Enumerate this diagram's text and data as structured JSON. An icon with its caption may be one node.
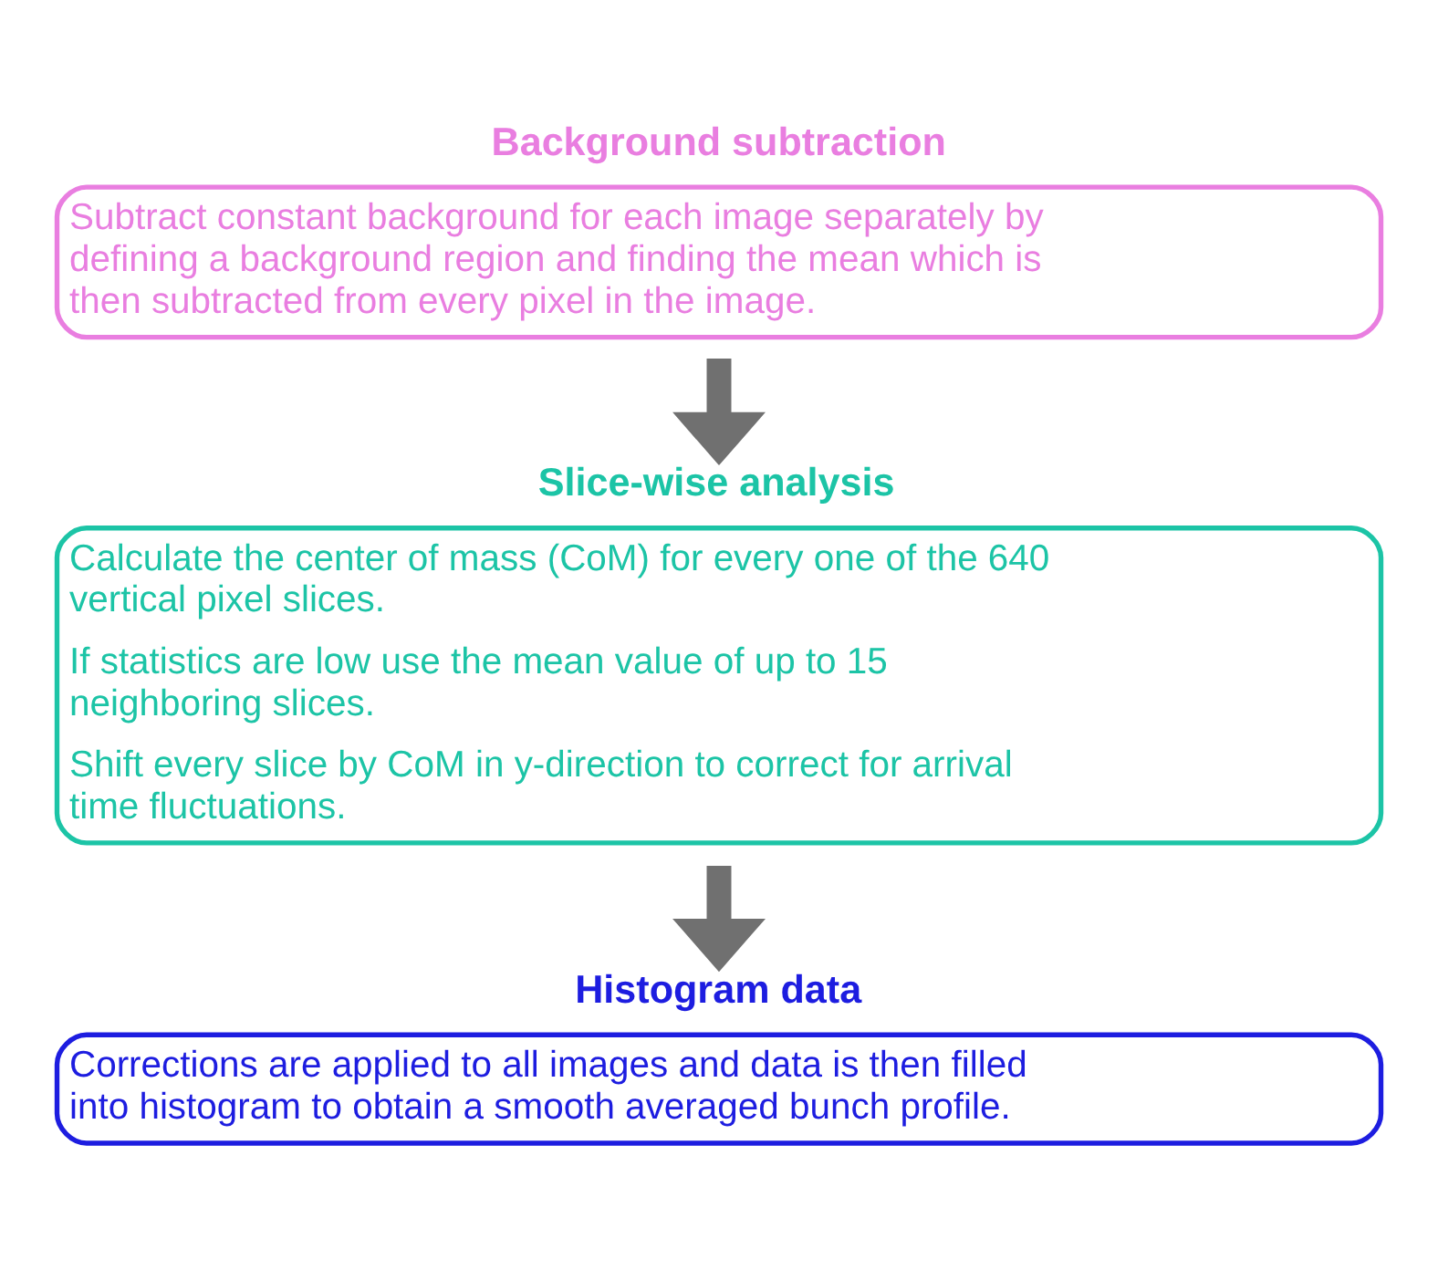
{
  "diagram": {
    "nodes": [
      {
        "text": [
          "Background subtraction",
          "Subtract constant background for each image separately by defining a background region and finding the mean which is then subtracted from every pixel in the image."
        ]
      },
      {
        "text": [
          "Slice-wise analysis",
          "Calculate the center of mass (CoM) for every one of the 640 vertical pixel slices.",
          "If statistics are low use the mean value of up to 15 neighboring slices.",
          "Shift every slice by CoM in y-direction to correct for arrival time fluctuations."
        ]
      },
      {
        "text": [
          "Histogram data",
          "Corrections are applied to all images and data is then filled into histogram to obtain a smooth averaged bunch profile."
        ]
      }
    ],
    "edges": [
      {
        "from": 0,
        "to": 1,
        "arrow": "to"
      },
      {
        "from": 1,
        "to": 2,
        "arrow": "to"
      }
    ]
  }
}
